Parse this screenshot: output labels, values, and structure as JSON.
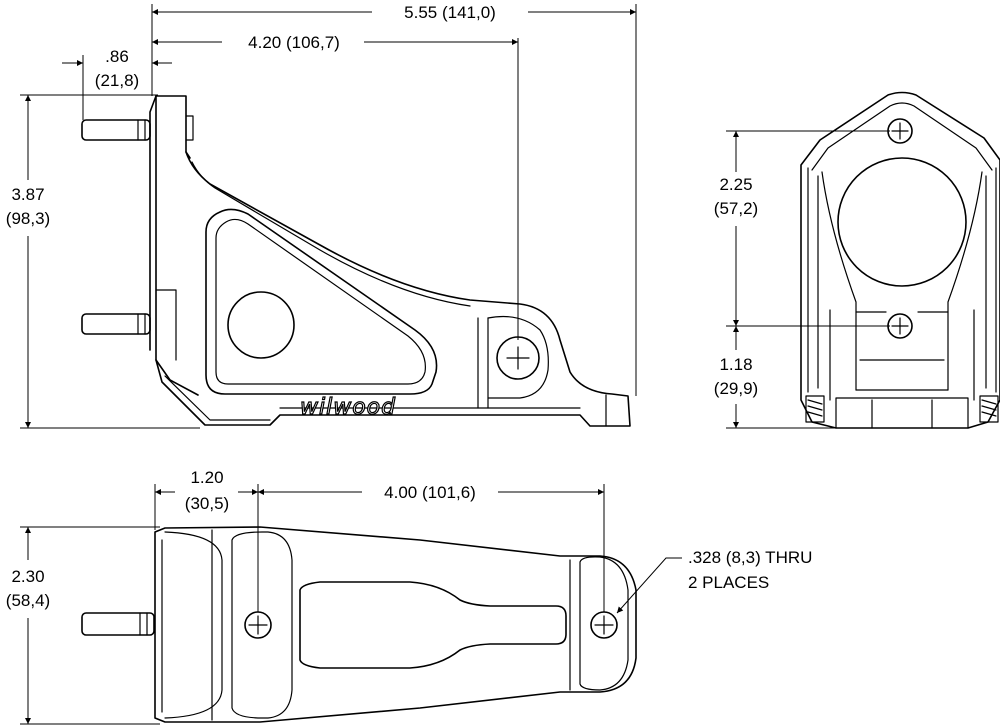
{
  "dimensions": {
    "overall_width": "5.55 (141,0)",
    "hole_offset": "4.20 (106,7)",
    "flange_in": ".86",
    "flange_mm": "(21,8)",
    "height_in": "3.87",
    "height_mm": "(98,3)",
    "hole_spacing_in": "2.25",
    "hole_spacing_mm": "(57,2)",
    "hole_base_in": "1.18",
    "hole_base_mm": "(29,9)",
    "bottom_offset_in": "1.20",
    "bottom_offset_mm": "(30,5)",
    "bottom_spacing": "4.00 (101,6)",
    "bottom_width_in": "2.30",
    "bottom_width_mm": "(58,4)"
  },
  "callout": {
    "line1": ".328 (8,3) THRU",
    "line2": "2 PLACES"
  },
  "logo_text": "wilwood"
}
